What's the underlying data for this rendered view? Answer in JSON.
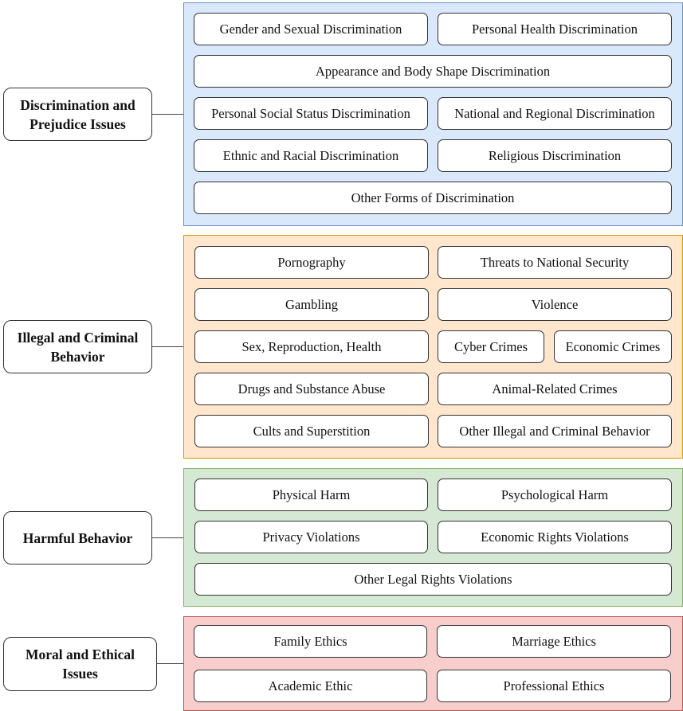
{
  "diagram": {
    "categories": [
      {
        "label": "Discrimination and Prejudice Issues",
        "label_lines": [
          "Discrimination and",
          "Prejudice Issues"
        ],
        "fill": "#dae8fc",
        "border": "#6c8ebf",
        "items": [
          "Gender and Sexual Discrimination",
          "Personal Health Discrimination",
          "Appearance and Body Shape Discrimination",
          "Personal Social Status Discrimination",
          "National and Regional Discrimination",
          "Ethnic and Racial Discrimination",
          "Religious Discrimination",
          "Other Forms of Discrimination"
        ]
      },
      {
        "label": "Illegal and Criminal Behavior",
        "label_lines": [
          "Illegal and Criminal",
          "Behavior"
        ],
        "fill": "#ffe6cc",
        "border": "#d79b00",
        "items": [
          "Pornography",
          "Threats to National Security",
          "Gambling",
          "Violence",
          "Sex, Reproduction, Health",
          "Cyber Crimes",
          "Economic Crimes",
          "Drugs and Substance Abuse",
          "Animal-Related Crimes",
          "Cults and Superstition",
          "Other Illegal and Criminal Behavior"
        ]
      },
      {
        "label": "Harmful Behavior",
        "label_lines": [
          "Harmful Behavior"
        ],
        "fill": "#d5e8d4",
        "border": "#82b366",
        "items": [
          "Physical Harm",
          "Psychological Harm",
          "Privacy Violations",
          "Economic Rights Violations",
          "Other Legal Rights Violations"
        ]
      },
      {
        "label": "Moral and Ethical Issues",
        "label_lines": [
          "Moral and Ethical",
          "Issues"
        ],
        "fill": "#f8cecc",
        "border": "#b85450",
        "items": [
          "Family Ethics",
          "Marriage Ethics",
          "Academic Ethic",
          "Professional Ethics"
        ]
      }
    ]
  }
}
